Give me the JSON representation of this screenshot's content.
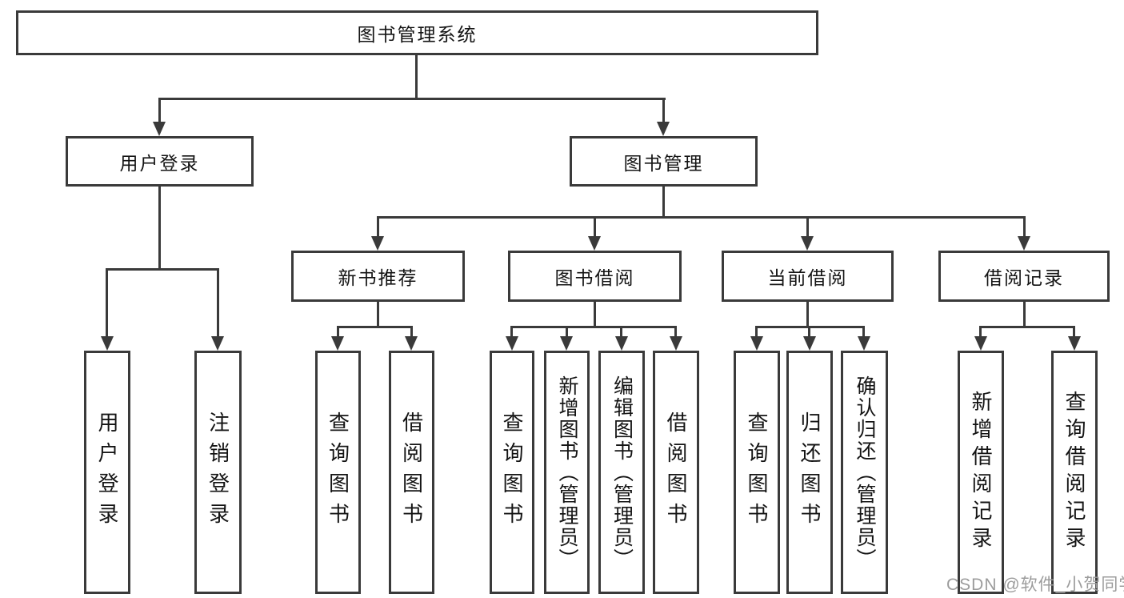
{
  "colors": {
    "line": "#3a3a3a",
    "text": "#141414",
    "watermark": "#9c9c9c",
    "background": "#ffffff"
  },
  "watermark": "CSDN @软件_小贺同学",
  "nodes": {
    "root": "图书管理系统",
    "user_login": "用户登录",
    "book_mgmt": "图书管理",
    "new_book_rec": "新书推荐",
    "book_borrow": "图书借阅",
    "current_borrow": "当前借阅",
    "borrow_records": "借阅记录",
    "leaf_user_login": "用户登录",
    "leaf_logout": "注销登录",
    "rec_query": "查询图书",
    "rec_borrow": "借阅图书",
    "bb_query": "查询图书",
    "bb_add": "新增图书（管理员）",
    "bb_edit": "编辑图书（管理员）",
    "bb_borrow": "借阅图书",
    "cb_query": "查询图书",
    "cb_return": "归还图书",
    "cb_confirm": "确认归还（管理员）",
    "br_add": "新增借阅记录",
    "br_query": "查询借阅记录"
  },
  "tree": {
    "label": "图书管理系统",
    "children": [
      {
        "label": "用户登录",
        "children": [
          {
            "label": "用户登录"
          },
          {
            "label": "注销登录"
          }
        ]
      },
      {
        "label": "图书管理",
        "children": [
          {
            "label": "新书推荐",
            "children": [
              {
                "label": "查询图书"
              },
              {
                "label": "借阅图书"
              }
            ]
          },
          {
            "label": "图书借阅",
            "children": [
              {
                "label": "查询图书"
              },
              {
                "label": "新增图书（管理员）"
              },
              {
                "label": "编辑图书（管理员）"
              },
              {
                "label": "借阅图书"
              }
            ]
          },
          {
            "label": "当前借阅",
            "children": [
              {
                "label": "查询图书"
              },
              {
                "label": "归还图书"
              },
              {
                "label": "确认归还（管理员）"
              }
            ]
          },
          {
            "label": "借阅记录",
            "children": [
              {
                "label": "新增借阅记录"
              },
              {
                "label": "查询借阅记录"
              }
            ]
          }
        ]
      }
    ]
  }
}
